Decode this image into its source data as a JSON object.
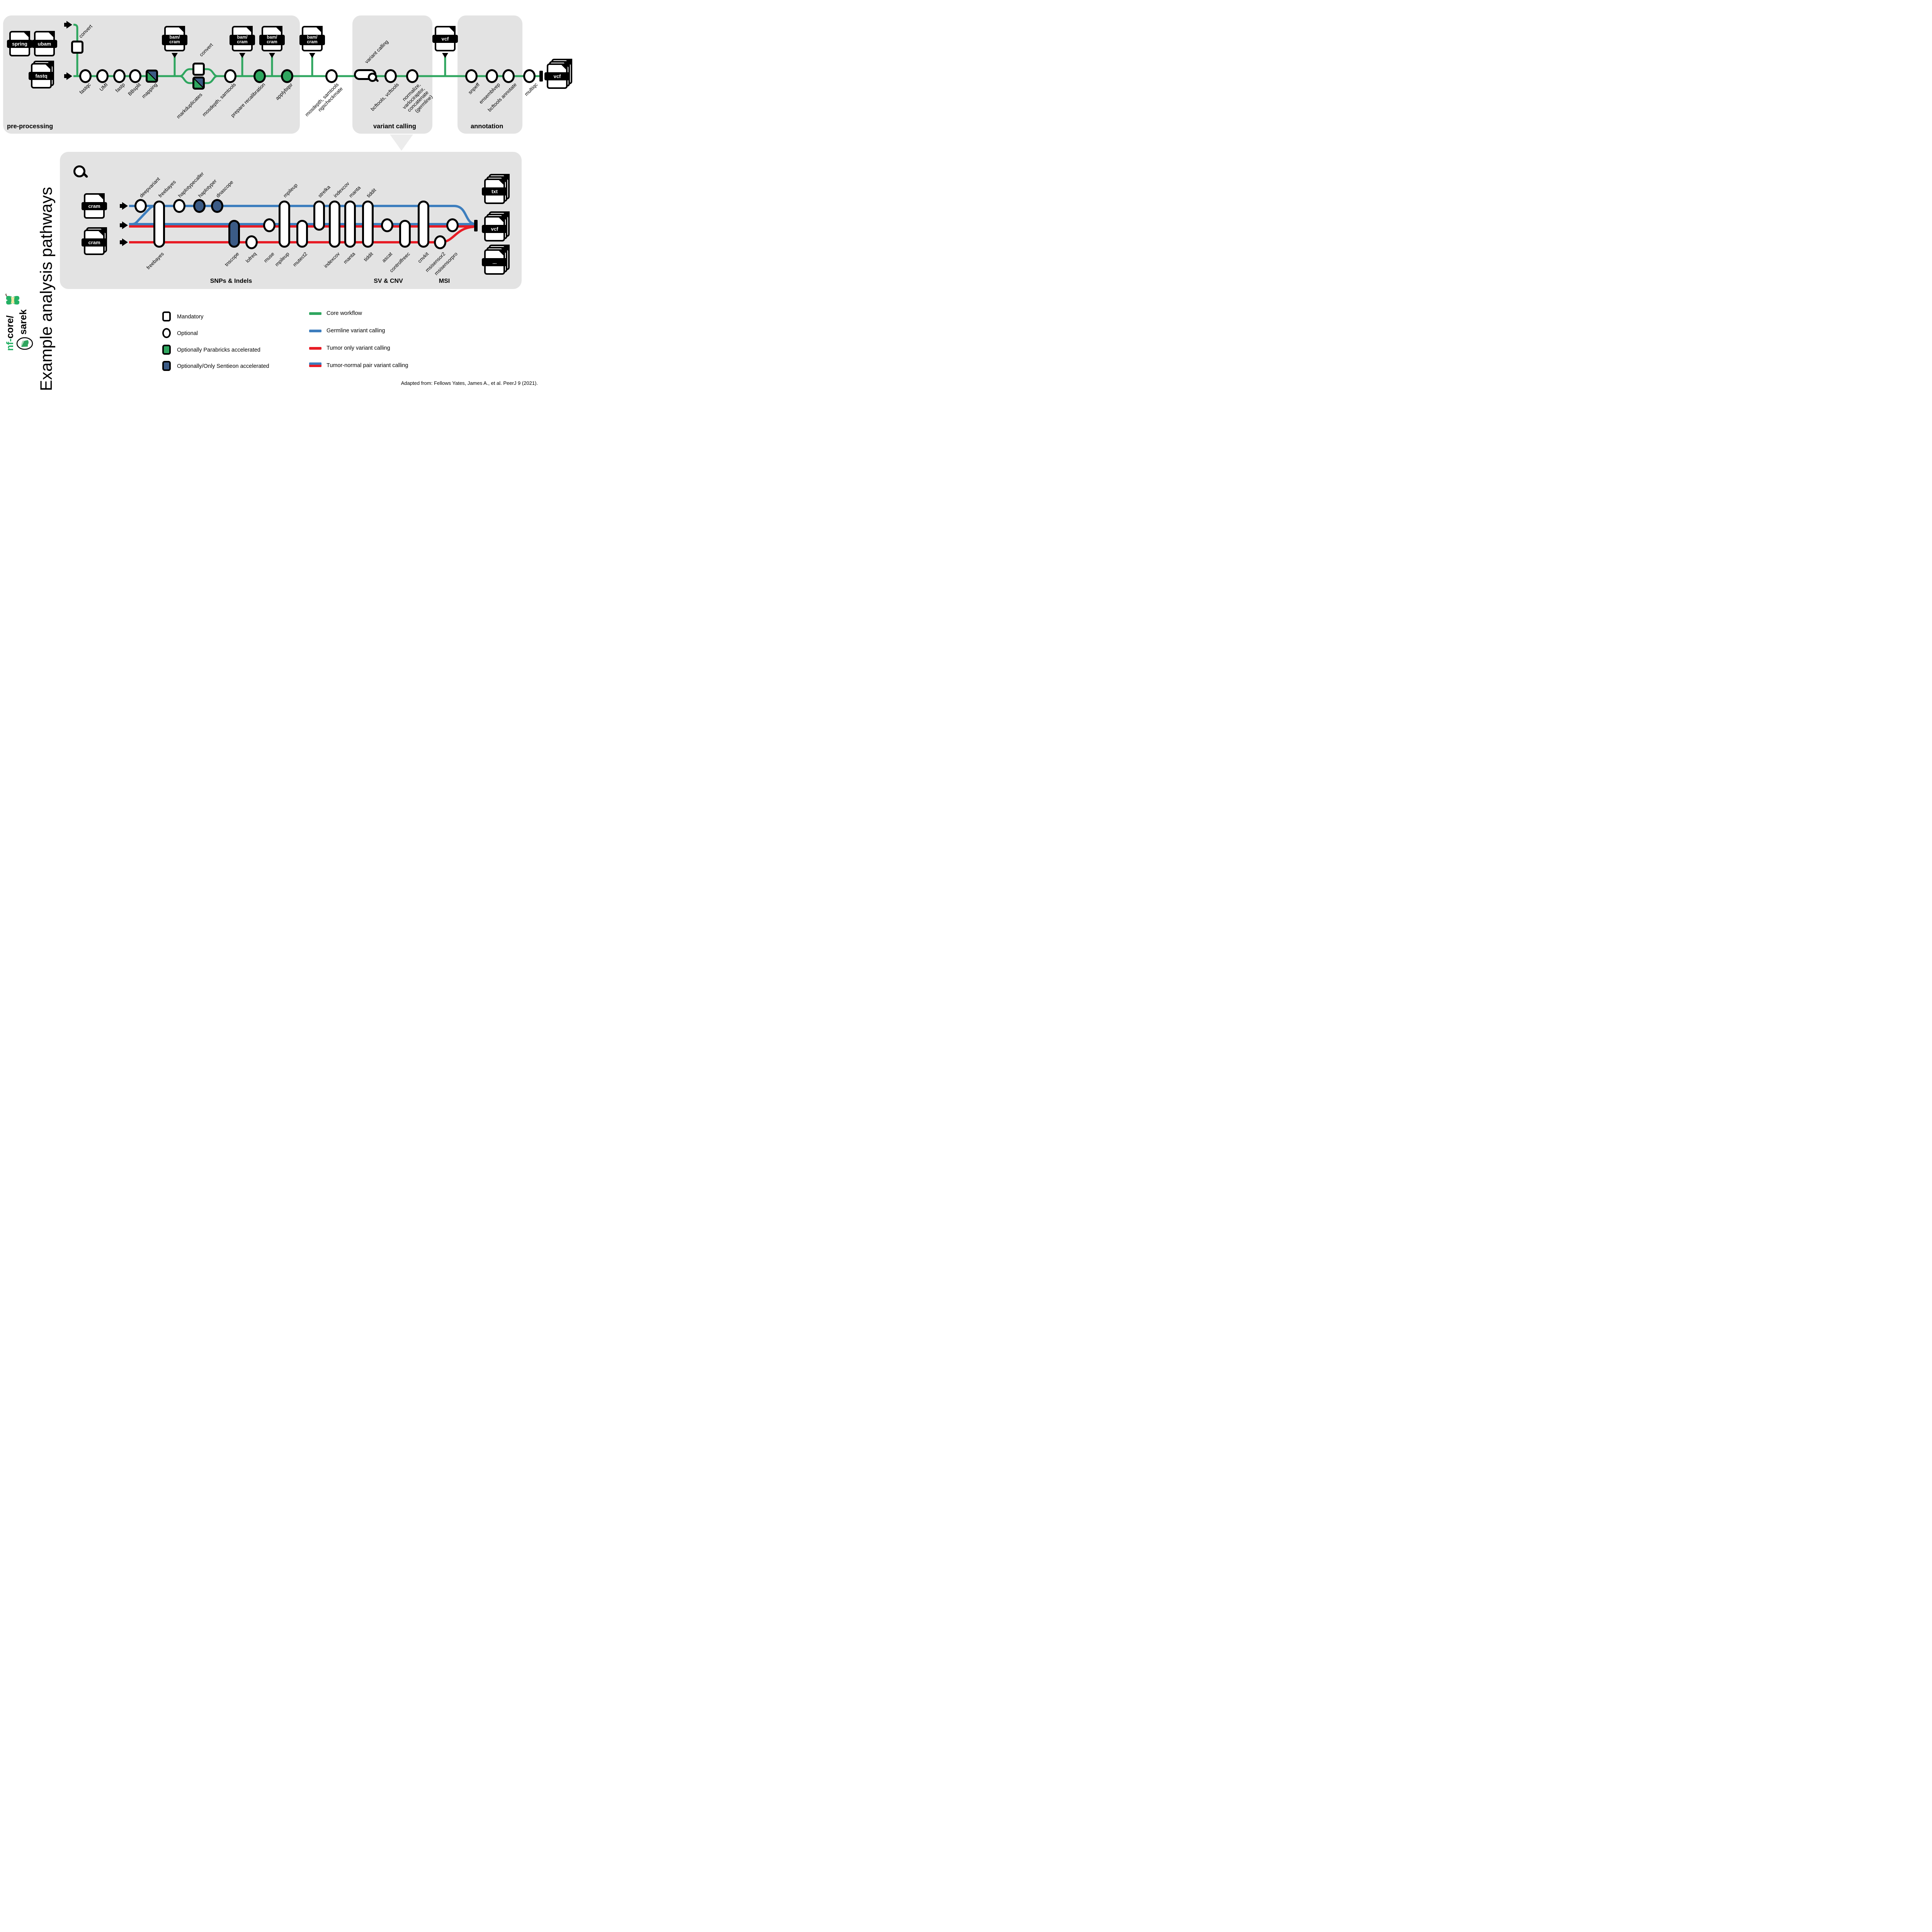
{
  "title": {
    "vertical": "Example analysis pathways"
  },
  "logo": {
    "nf": "nf-",
    "core": "core/",
    "name": "sarek"
  },
  "attribution": "Adapted from: Fellows Yates, James A., et al.  PeerJ 9 (2021).",
  "colors": {
    "core_green": "#2FA65F",
    "germline_blue": "#3D7EBE",
    "tumor_red": "#E81C25",
    "sentieon_navy": "#3B5B86",
    "panel_grey": "#E3E3E3",
    "nfcore_green": "#24B064"
  },
  "panels": {
    "preprocessing": "pre-processing",
    "variant_calling": "variant calling",
    "annotation": "annotation"
  },
  "sections": {
    "snps": "SNPs & Indels",
    "svcnv": "SV & CNV",
    "msi": "MSI"
  },
  "files": {
    "spring": "spring",
    "ubam": "ubam",
    "fastq": "fastq",
    "bamcram": "bam/\ncram",
    "vcf": "vcf",
    "cram": "cram",
    "txt": "txt",
    "more": "..."
  },
  "upper": {
    "above": {
      "convert1": "convert",
      "convert2": "convert",
      "variant_calling": "variant calling"
    },
    "below": [
      "fastqc",
      "UMI",
      "fastp",
      "BBsplit",
      "mapping",
      "markduplicates",
      "mosdepth, samtools",
      "prepare recalibration",
      "applybqsr",
      "mosdepth, samtools\nngscheckmate",
      "bcftools, vcftools",
      "normalize,\nvarlociraptor,\nconcatenate\n(germline)",
      "snpeff",
      "ensemblvep",
      "bcftools annotate",
      "multiqc"
    ]
  },
  "lower": {
    "top": [
      "deepvariant",
      "freebayes",
      "haplotypecaller",
      "haplotyper",
      "dnascope",
      "mpileup",
      "strelka",
      "indexcov",
      "manta",
      "tiddit"
    ],
    "bottom": [
      "freebayes",
      "tnscope",
      "lofreq",
      "muse",
      "mpileup",
      "mutect2",
      "indexcov",
      "manta",
      "tiddit",
      "ascat",
      "controlfreec",
      "cnvkit",
      "msisensor2",
      "msisensorpro"
    ]
  },
  "legend": {
    "shapes": [
      "Mandatory",
      "Optional",
      "Optionally Parabricks accelerated",
      "Optionally/Only Sentieon accelerated"
    ],
    "lines": [
      "Core workflow",
      "Germline variant calling",
      "Tumor only variant calling",
      "Tumor-normal pair variant calling"
    ]
  }
}
